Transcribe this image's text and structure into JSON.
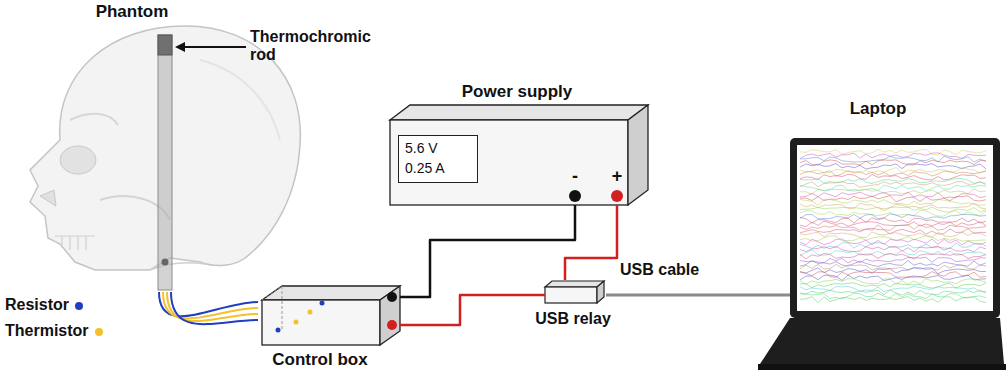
{
  "diagram": {
    "nodes": [
      {
        "text": [
          "Phantom"
        ]
      },
      {
        "text": [
          "Control box"
        ]
      },
      {
        "text": [
          "Power supply"
        ]
      },
      {
        "text": [
          "5.6 V",
          "0.25 A"
        ],
        "in": 2
      },
      {
        "text": [
          "USB relay"
        ]
      },
      {
        "text": [
          "Laptop"
        ]
      }
    ],
    "edges": [
      {
        "from": 0,
        "to": 1,
        "arrow": "none"
      },
      {
        "from": 1,
        "to": 2,
        "arrow": "none"
      },
      {
        "from": 2,
        "to": 4,
        "arrow": "none"
      },
      {
        "from": 4,
        "to": 1,
        "arrow": "none"
      },
      {
        "from": 4,
        "to": 5,
        "label": "USB cable",
        "arrow": "none"
      }
    ],
    "labels": [
      "Thermochromic rod",
      "-",
      "+"
    ],
    "legend": [
      {
        "text": "Resistor",
        "color": "#1f3fbf"
      },
      {
        "text": "Thermistor",
        "color": "#f2c12e"
      }
    ]
  }
}
